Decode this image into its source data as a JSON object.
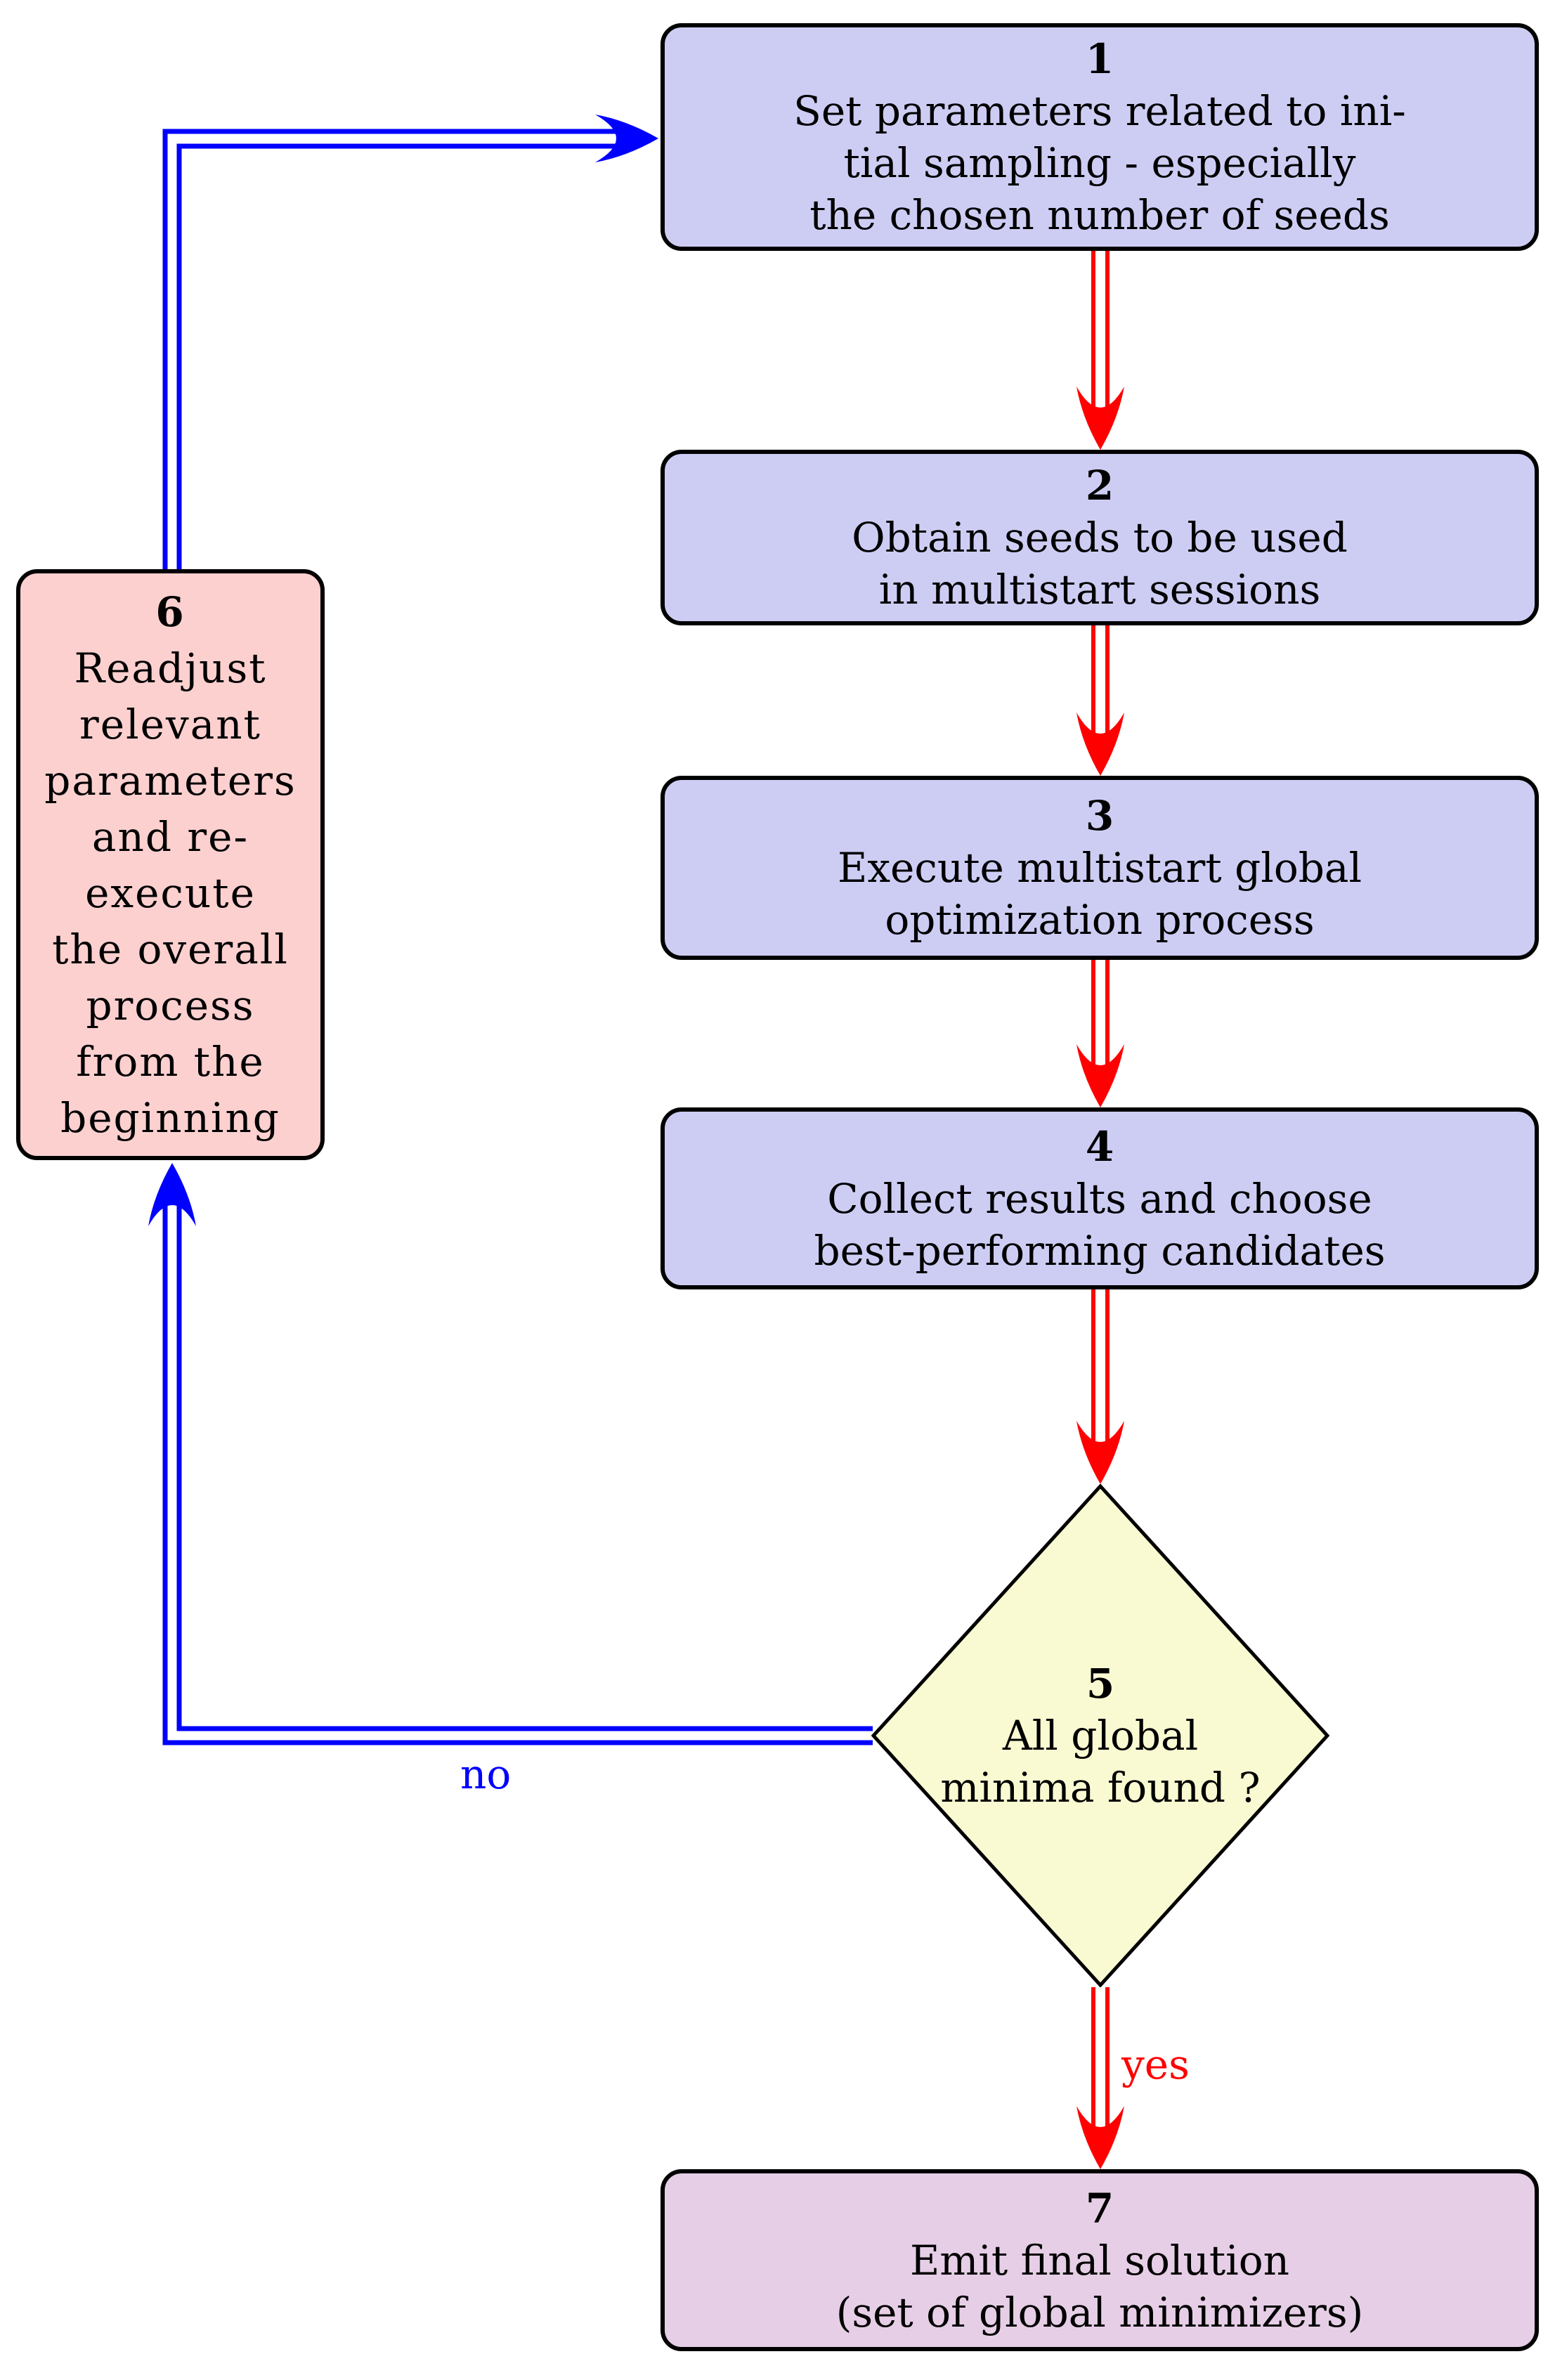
{
  "nodes": {
    "n1": {
      "number": "1",
      "lines": [
        "Set parameters related to ini-",
        "tial sampling - especially",
        "the chosen number of seeds"
      ]
    },
    "n2": {
      "number": "2",
      "lines": [
        "Obtain seeds to be used",
        "in multistart sessions"
      ]
    },
    "n3": {
      "number": "3",
      "lines": [
        "Execute multistart global",
        "optimization process"
      ]
    },
    "n4": {
      "number": "4",
      "lines": [
        "Collect results and choose",
        "best-performing candidates"
      ]
    },
    "n5": {
      "number": "5",
      "lines": [
        "All global",
        "minima found ?"
      ]
    },
    "n6": {
      "number": "6",
      "lines": [
        "Readjust",
        "relevant",
        "parameters",
        "and re-",
        "execute",
        "the overall",
        "process",
        "from the",
        "beginning"
      ]
    },
    "n7": {
      "number": "7",
      "lines": [
        "Emit final solution",
        "(set of global minimizers)"
      ]
    }
  },
  "edges": {
    "no_label": "no",
    "yes_label": "yes"
  },
  "colors": {
    "step_fill": "#cdcdf4",
    "decision_fill": "#fafad2",
    "readjust_fill": "#fdd0d0",
    "final_fill": "#e6cfe6",
    "flow_arrow_red": "#ff0000",
    "loop_arrow_blue": "#0000ff",
    "node_border": "#000000"
  }
}
